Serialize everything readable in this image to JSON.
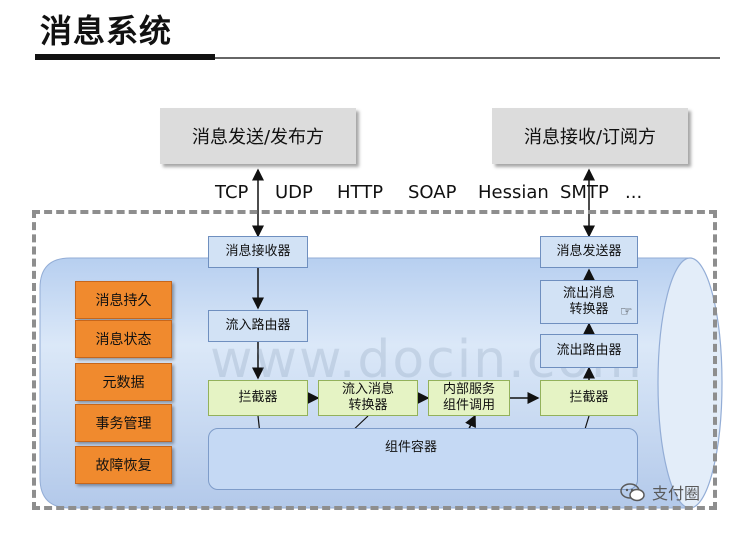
{
  "title": "消息系统",
  "top_nodes": {
    "sender": "消息发送/发布方",
    "receiver": "消息接收/订阅方"
  },
  "protocols": [
    "TCP",
    "UDP",
    "HTTP",
    "SOAP",
    "Hessian",
    "SMTP",
    "..."
  ],
  "left_features": [
    "消息持久",
    "消息状态",
    "元数据",
    "事务管理",
    "故障恢复"
  ],
  "flow_nodes": {
    "msg_receiver": "消息接收器",
    "inbound_router": "流入路由器",
    "interceptor_left": "拦截器",
    "inbound_converter": "流入消息\n转换器",
    "internal_service": "内部服务\n组件调用",
    "interceptor_right": "拦截器",
    "outbound_router": "流出路由器",
    "outbound_converter": "流出消息\n转换器",
    "msg_sender": "消息发送器"
  },
  "component_container": "组件容器",
  "watermark": "www.docin.com",
  "brand": "支付圈",
  "colors": {
    "cylinder": "#c9dcf5",
    "feature_orange": "#f08a2e",
    "node_blue": "#d2e2f5",
    "node_green": "#e5f3c4",
    "component_green": "#7fb33a"
  }
}
